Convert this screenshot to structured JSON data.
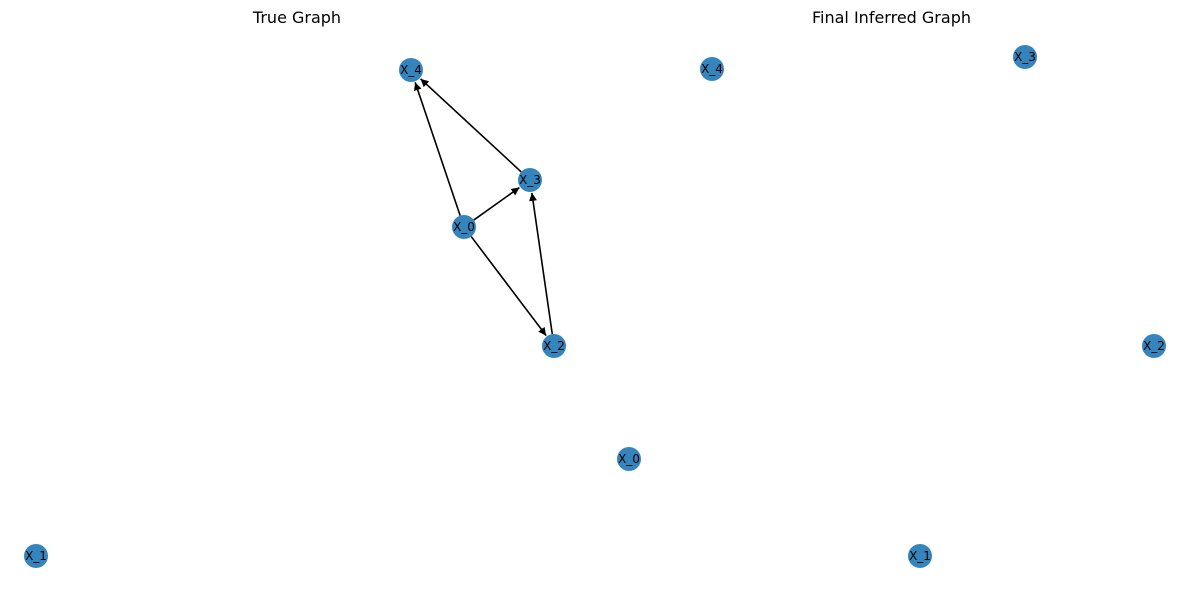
{
  "colors": {
    "node_fill": "#1f77b4",
    "edge": "#000000",
    "label": "#000000",
    "background": "#ffffff"
  },
  "graphs": [
    {
      "id": "true",
      "title": "True Graph",
      "nodes": [
        "X_0",
        "X_1",
        "X_2",
        "X_3",
        "X_4"
      ],
      "edges": [
        {
          "from": "X_0",
          "to": "X_4"
        },
        {
          "from": "X_0",
          "to": "X_3"
        },
        {
          "from": "X_0",
          "to": "X_2"
        },
        {
          "from": "X_3",
          "to": "X_4"
        },
        {
          "from": "X_2",
          "to": "X_3"
        }
      ]
    },
    {
      "id": "inferred",
      "title": "Final Inferred Graph",
      "nodes": [
        "X_0",
        "X_1",
        "X_2",
        "X_3",
        "X_4"
      ],
      "edges": []
    }
  ]
}
